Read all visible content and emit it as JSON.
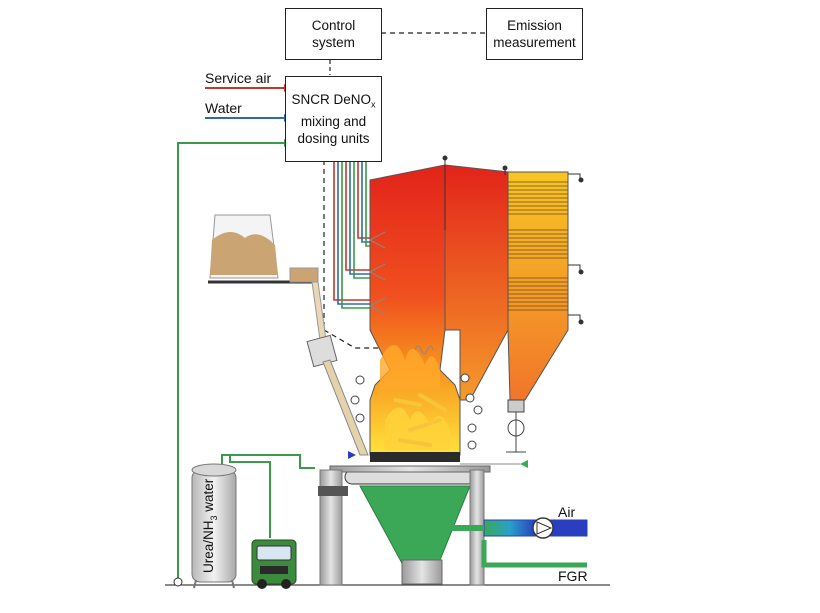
{
  "labels": {
    "control_system_l1": "Control",
    "control_system_l2": "system",
    "emission_l1": "Emission",
    "emission_l2": "measurement",
    "sncr_l1_main": "SNCR DeNO",
    "sncr_l1_sub": "x",
    "sncr_l2": "mixing and",
    "sncr_l3": "dosing units",
    "service_air": "Service air",
    "water": "Water",
    "tank_pre": "Urea/NH",
    "tank_sub": "3",
    "tank_post": " water",
    "air": "Air",
    "fgr": "FGR"
  },
  "colors": {
    "service_air_line": "#c0392b",
    "water_line": "#2e6da4",
    "urea_line": "#3a9a4a",
    "flame_top": "#e8231b",
    "flame_bottom": "#ffe04a",
    "ash_hopper": "#3aa857",
    "air_duct": "#2a3fbf",
    "fgr_duct": "#3aa857",
    "truck": "#3c8a3e"
  }
}
